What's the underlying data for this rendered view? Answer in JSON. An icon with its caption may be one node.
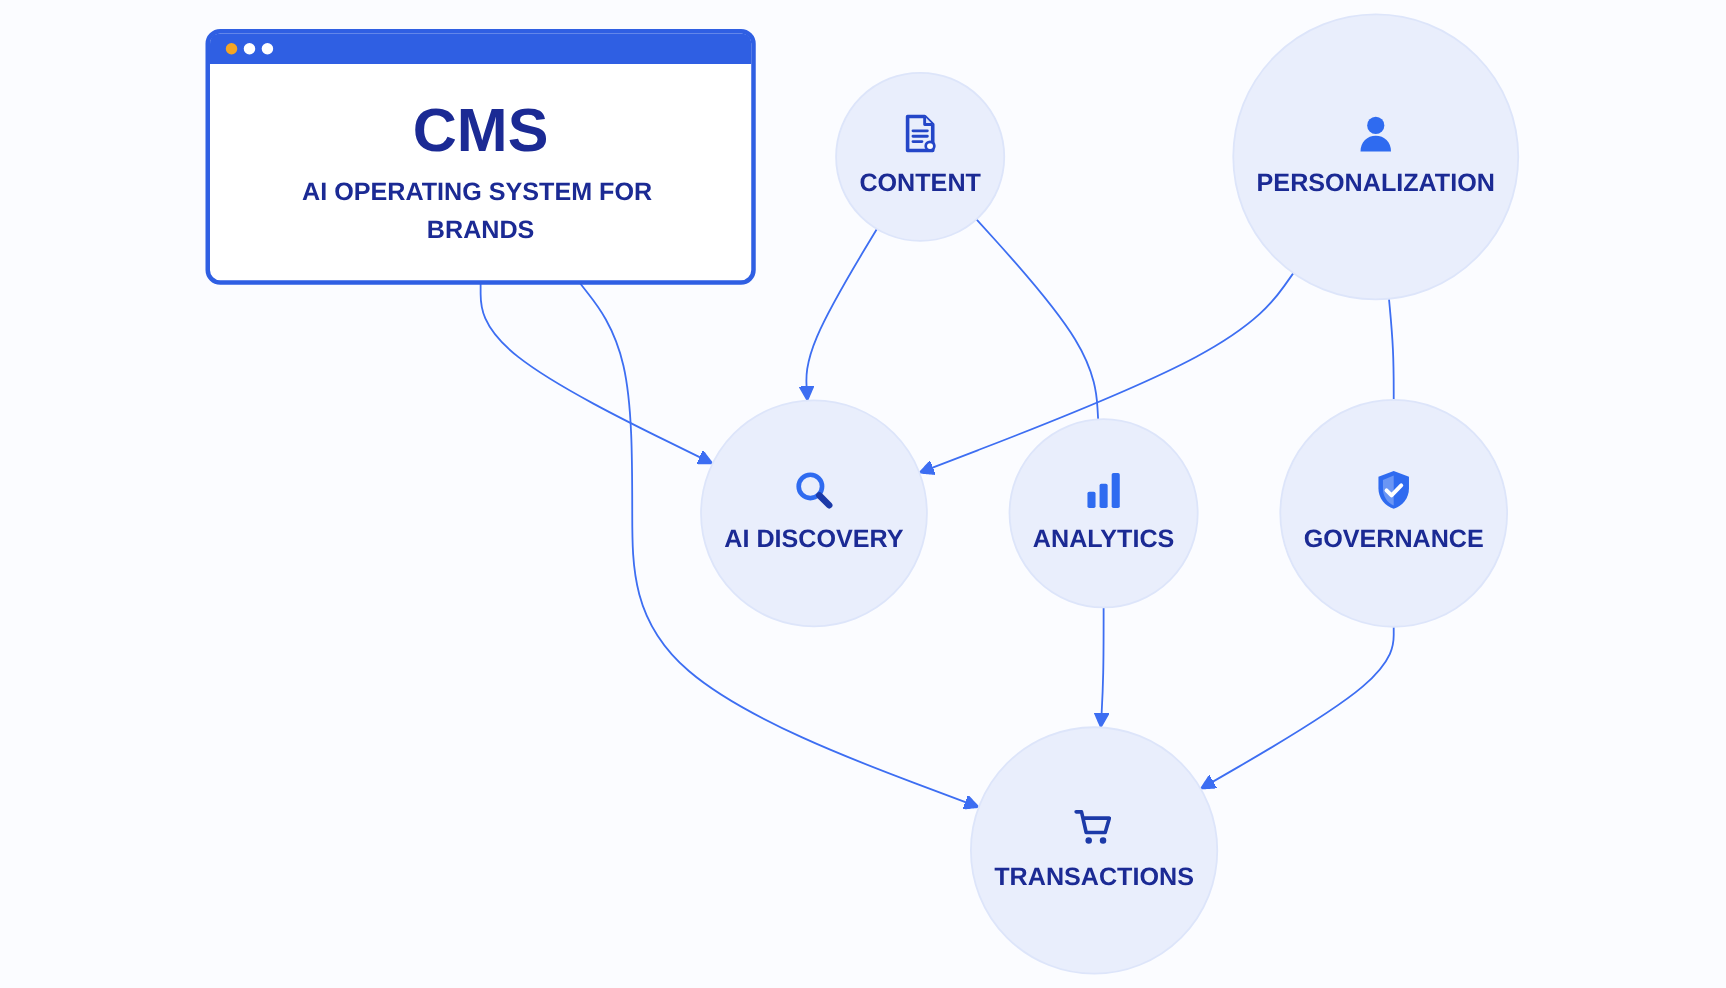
{
  "diagram": {
    "nodes": [
      {
        "text": [
          "AI DISCOVERY"
        ]
      },
      {
        "text": [
          "CONTENT"
        ]
      },
      {
        "text": [
          "CMS",
          "AI OPERATING SYSTEM FOR BRANDS"
        ]
      },
      {
        "text": [
          "PERSONALIZATION"
        ]
      },
      {
        "text": [
          "ANALYTICS"
        ]
      },
      {
        "text": [
          "GOVERNANCE"
        ]
      },
      {
        "text": [
          "TRANSACTIONS"
        ]
      }
    ],
    "edges": [
      {
        "from": 2,
        "to": 0,
        "arrow": "to"
      },
      {
        "from": 2,
        "to": 6,
        "arrow": "to"
      },
      {
        "from": 1,
        "to": 0,
        "arrow": "to"
      },
      {
        "from": 3,
        "to": 0,
        "arrow": "to"
      },
      {
        "from": 4,
        "to": 6,
        "arrow": "to"
      },
      {
        "from": 5,
        "to": 6,
        "arrow": "to"
      },
      {
        "from": 1,
        "to": 4,
        "arrow": "none"
      },
      {
        "from": 3,
        "to": 5,
        "arrow": "none"
      }
    ]
  }
}
